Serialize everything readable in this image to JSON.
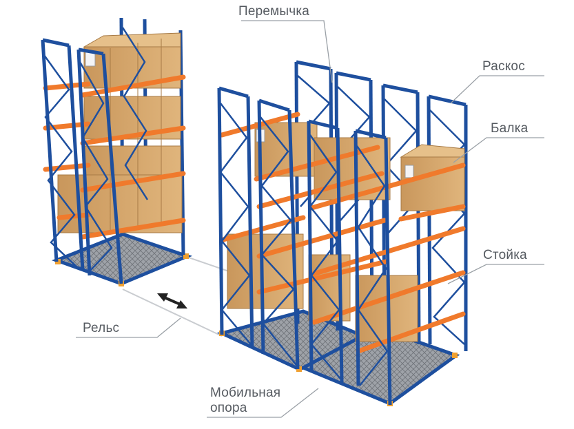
{
  "colors": {
    "upright_blue": "#1e4f9e",
    "beam_orange": "#f07a2c",
    "box_tan": "#d4a86e",
    "base_gray": "#8c9096",
    "label_gray": "#555a60",
    "leader_line": "#9aa0a6"
  },
  "labels": {
    "jumper": "Перемычка",
    "brace": "Раскос",
    "beam": "Балка",
    "upright": "Стойка",
    "rail": "Рельс",
    "base_line1": "Мобильная",
    "base_line2": "опора"
  },
  "icons": {
    "move_arrow": "double-arrow-icon"
  }
}
